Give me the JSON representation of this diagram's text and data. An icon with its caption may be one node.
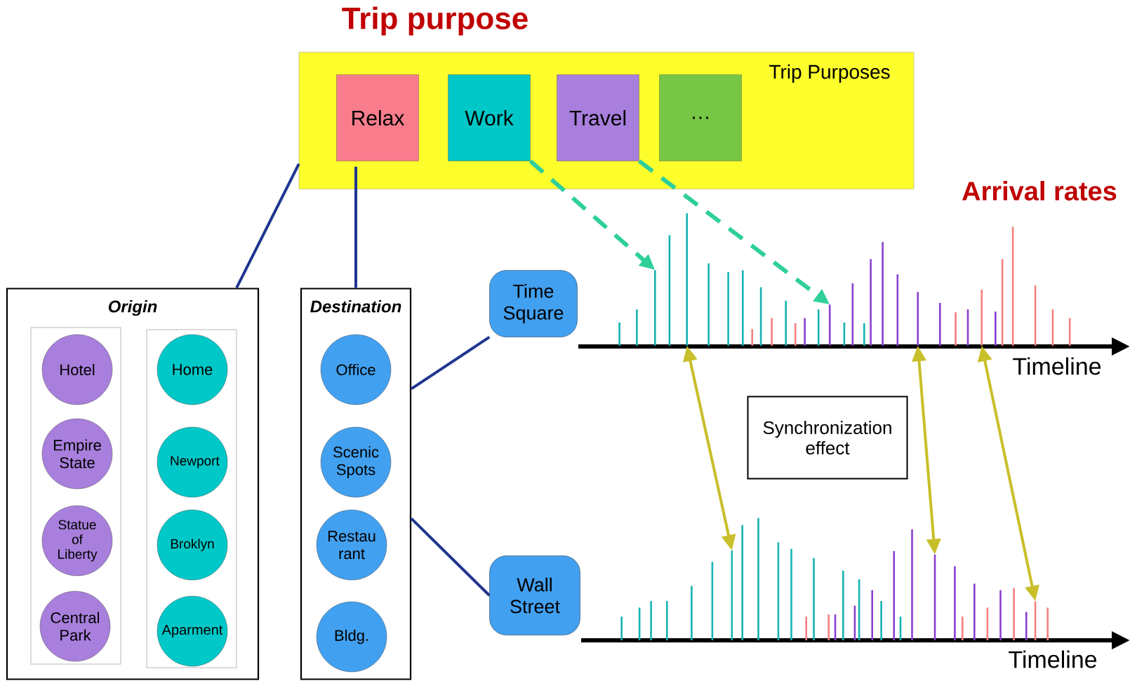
{
  "diagram": {
    "title": "Trip purpose",
    "nodes": [
      {
        "text": [
          "Trip Purposes"
        ]
      },
      {
        "text": [
          "Relax"
        ],
        "in": 0
      },
      {
        "text": [
          "Work"
        ],
        "in": 0
      },
      {
        "text": [
          "Travel"
        ],
        "in": 0
      },
      {
        "text": [
          "…"
        ],
        "in": 0
      },
      {
        "text": [
          "Origin"
        ]
      },
      {
        "text": [],
        "shape": "box",
        "in": 5
      },
      {
        "text": [
          "Hotel"
        ],
        "in": 6
      },
      {
        "text": [
          "Empire State"
        ],
        "in": 6
      },
      {
        "text": [
          "Statue of Liberty"
        ],
        "in": 6
      },
      {
        "text": [
          "Central Park"
        ],
        "in": 6
      },
      {
        "text": [],
        "shape": "box",
        "in": 5
      },
      {
        "text": [
          "Home"
        ],
        "in": 11
      },
      {
        "text": [
          "Newport"
        ],
        "in": 11
      },
      {
        "text": [
          "Broklyn"
        ],
        "in": 11
      },
      {
        "text": [
          "Aparment"
        ],
        "in": 11
      },
      {
        "text": [
          "Destination"
        ]
      },
      {
        "text": [
          "Office"
        ],
        "in": 16
      },
      {
        "text": [
          "Scenic Spots"
        ],
        "in": 16
      },
      {
        "text": [
          "Restau rant"
        ],
        "in": 16
      },
      {
        "text": [
          "Bldg."
        ],
        "in": 16
      },
      {
        "text": [
          "Time Square"
        ]
      },
      {
        "text": [
          "Wall Street"
        ]
      },
      {
        "text": [
          "Synchronization effect"
        ]
      },
      {
        "text": [],
        "shape": "bar"
      },
      {
        "text": [],
        "shape": "bar"
      },
      {
        "text": [],
        "shape": "bar"
      },
      {
        "text": [],
        "shape": "bar"
      },
      {
        "text": [],
        "shape": "bar"
      },
      {
        "text": [],
        "shape": "bar"
      },
      {
        "text": [],
        "shape": "bar"
      },
      {
        "text": [],
        "shape": "bar"
      }
    ],
    "edges": [
      {
        "from": 0,
        "to": 5,
        "arrow": "none",
        "color": "#1f3590"
      },
      {
        "from": 1,
        "to": 16,
        "arrow": "none",
        "color": "#1f3590"
      },
      {
        "from": 16,
        "to": 21,
        "arrow": "none",
        "color": "#1f3590"
      },
      {
        "from": 16,
        "to": 22,
        "arrow": "none",
        "color": "#1f3590"
      },
      {
        "from": 2,
        "to": 24,
        "arrow": "to",
        "style": "dashed",
        "color": "#2fcf9b"
      },
      {
        "from": 3,
        "to": 26,
        "arrow": "to",
        "style": "dashed",
        "color": "#2fcf9b"
      },
      {
        "from": 25,
        "to": 29,
        "arrow": "both",
        "color": "#c8bf2a"
      },
      {
        "from": 27,
        "to": 30,
        "arrow": "both",
        "color": "#c8bf2a"
      },
      {
        "from": 28,
        "to": 31,
        "arrow": "both",
        "color": "#c8bf2a"
      }
    ],
    "labels": [
      "Arrival rates",
      "Timeline",
      "Timeline"
    ]
  }
}
